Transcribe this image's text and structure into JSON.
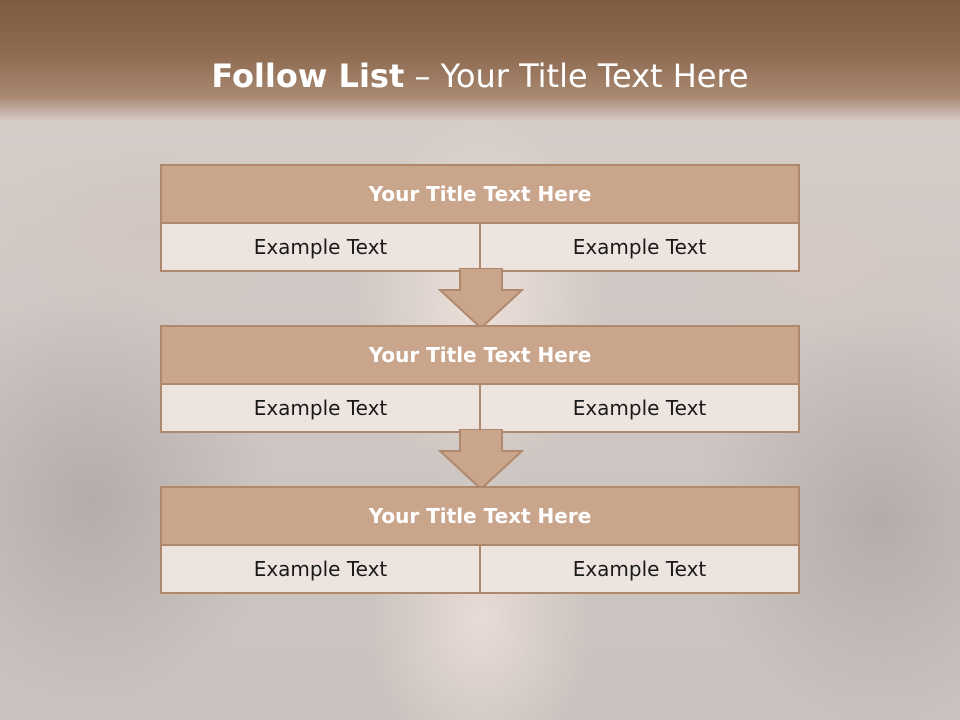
{
  "header": {
    "title_bold": "Follow List",
    "title_rest": " – Your Title Text Here"
  },
  "blocks": [
    {
      "title": "Your Title Text Here",
      "left": "Example Text",
      "right": "Example Text"
    },
    {
      "title": "Your Title Text Here",
      "left": "Example Text",
      "right": "Example Text"
    },
    {
      "title": "Your Title Text Here",
      "left": "Example Text",
      "right": "Example Text"
    }
  ],
  "colors": {
    "header": "#8e6b51",
    "block_title": "#c9a58c",
    "block_border": "#b0886c",
    "cell_bg": "#ede3df"
  }
}
